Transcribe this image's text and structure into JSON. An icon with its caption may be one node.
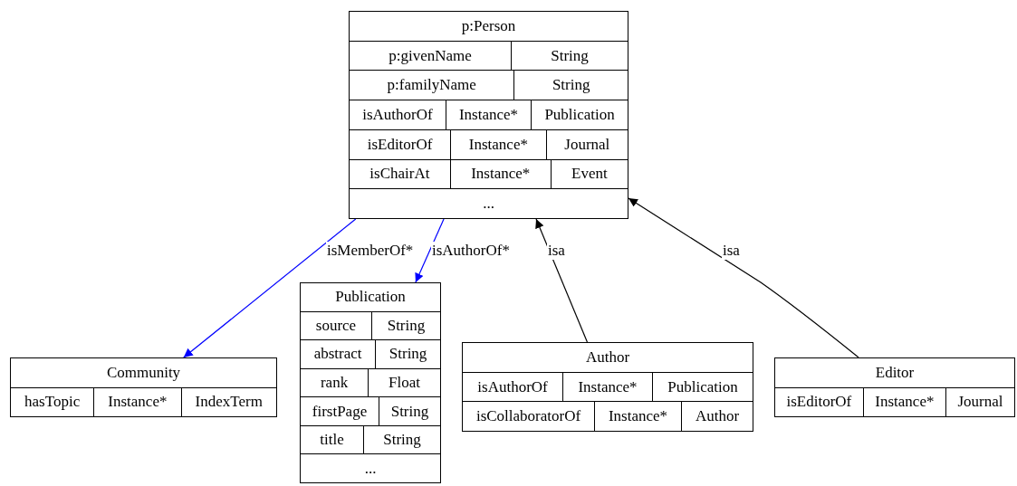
{
  "diagram": {
    "nodes": [
      {
        "text": [
          "p:Person",
          "p:givenName",
          "String",
          "p:familyName",
          "String",
          "isAuthorOf",
          "Instance*",
          "Publication",
          "isEditorOf",
          "Instance*",
          "Journal",
          "isChairAt",
          "Instance*",
          "Event",
          "..."
        ]
      },
      {
        "text": [
          "Community",
          "hasTopic",
          "Instance*",
          "IndexTerm"
        ]
      },
      {
        "text": [
          "Publication",
          "source",
          "String",
          "abstract",
          "String",
          "rank",
          "Float",
          "firstPage",
          "String",
          "title",
          "String",
          "..."
        ]
      },
      {
        "text": [
          "Author",
          "isAuthorOf",
          "Instance*",
          "Publication",
          "isCollaboratorOf",
          "Instance*",
          "Author"
        ]
      },
      {
        "text": [
          "Editor",
          "isEditorOf",
          "Instance*",
          "Journal"
        ]
      }
    ],
    "edges": [
      {
        "from": 0,
        "to": 1,
        "arrow": "to",
        "label": "isMemberOf*",
        "color": "#0000ff"
      },
      {
        "from": 0,
        "to": 2,
        "arrow": "to",
        "label": "isAuthorOf*",
        "color": "#0000ff"
      },
      {
        "from": 3,
        "to": 0,
        "arrow": "to",
        "label": "isa",
        "color": "#000000"
      },
      {
        "from": 4,
        "to": 0,
        "arrow": "to",
        "label": "isa",
        "color": "#000000"
      }
    ]
  }
}
